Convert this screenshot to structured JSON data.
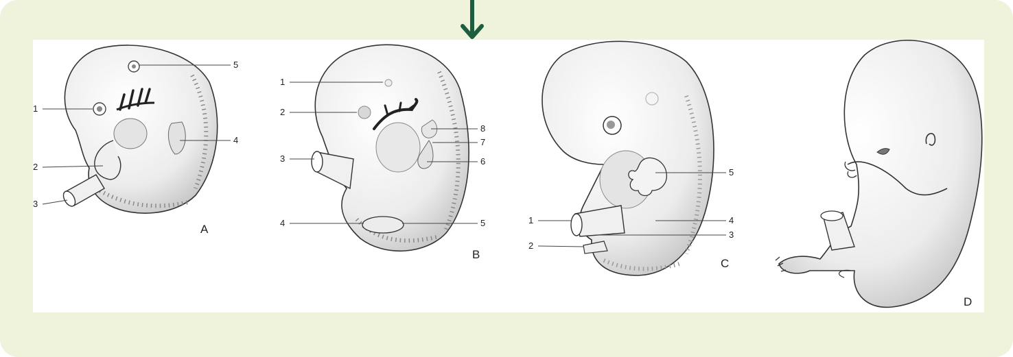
{
  "arrow": {
    "icon": "arrow-down-icon",
    "color": "#1d5e3f"
  },
  "panel": {
    "background": "#eff3dc"
  },
  "embryos": [
    {
      "letter": "A",
      "labels": [
        "1",
        "2",
        "3",
        "4",
        "5"
      ]
    },
    {
      "letter": "B",
      "labels": [
        "1",
        "2",
        "3",
        "4",
        "5",
        "6",
        "7",
        "8"
      ]
    },
    {
      "letter": "C",
      "labels": [
        "1",
        "2",
        "3",
        "4",
        "5"
      ]
    },
    {
      "letter": "D",
      "labels": []
    }
  ]
}
